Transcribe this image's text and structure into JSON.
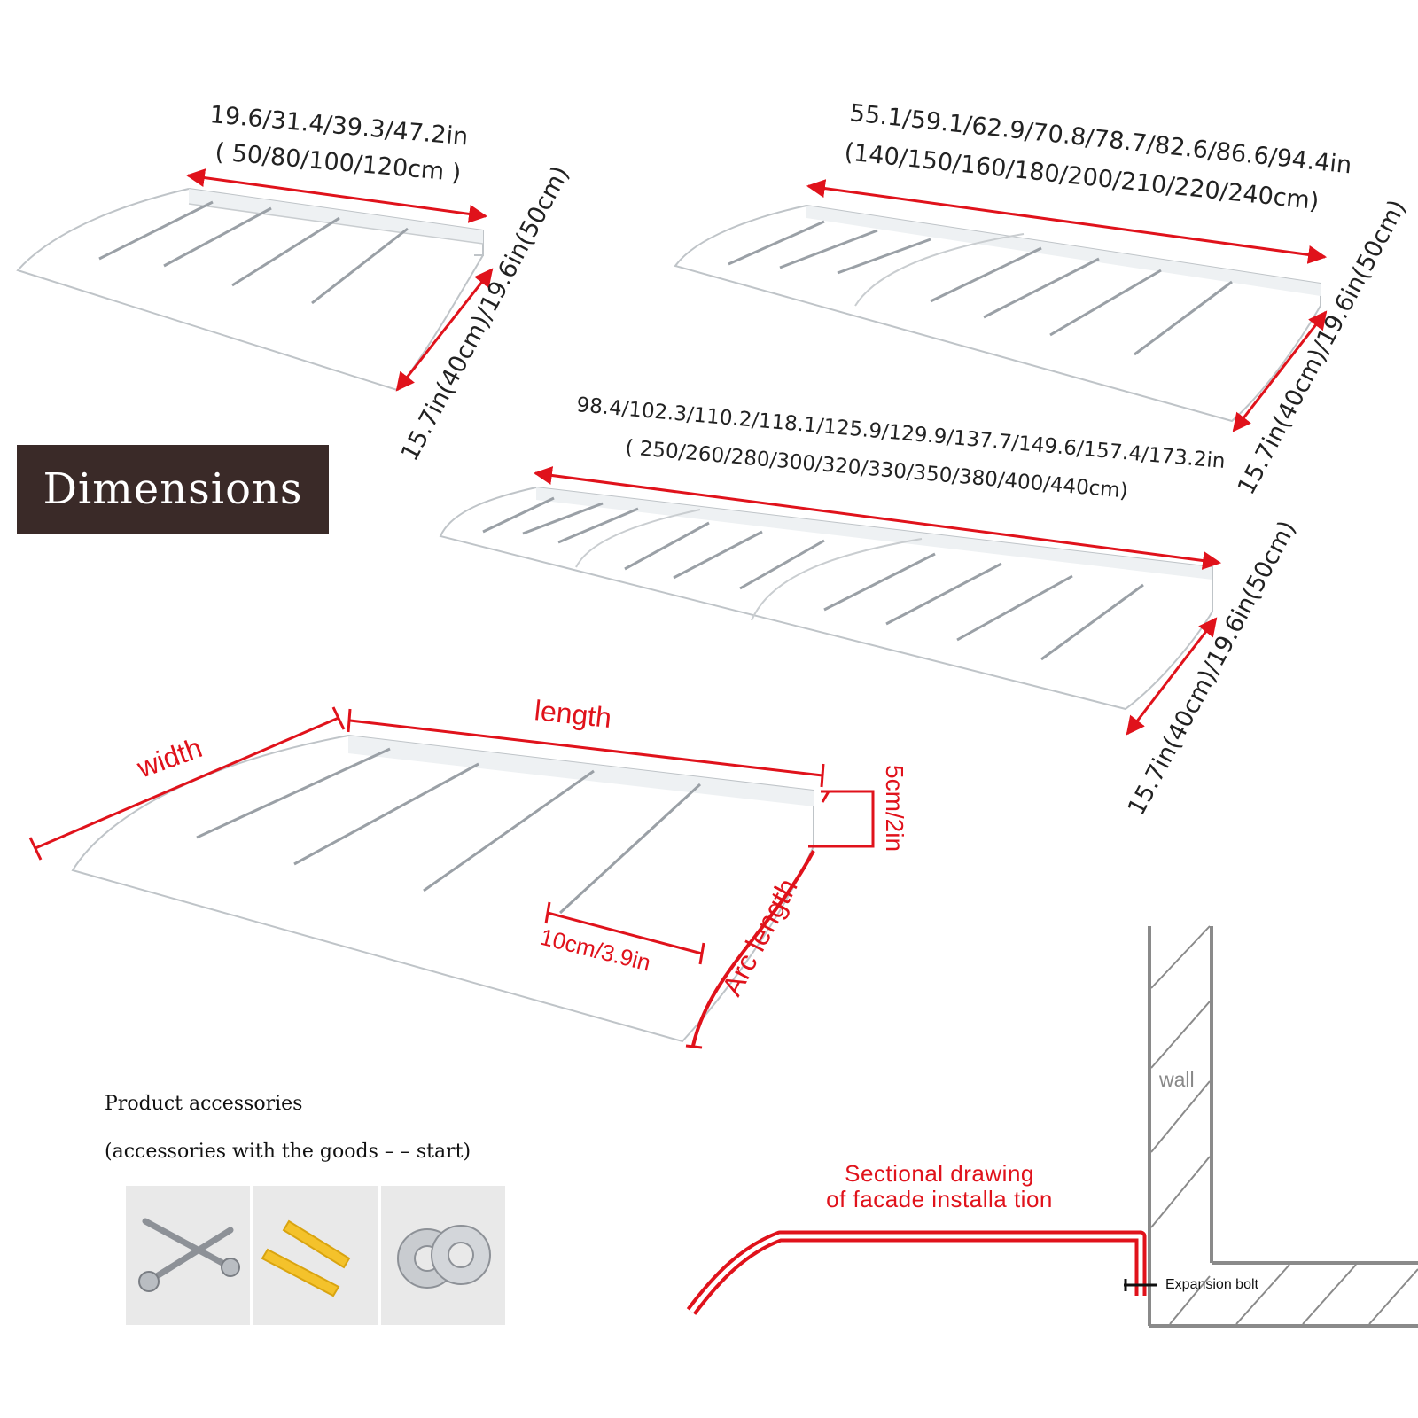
{
  "title": "Dimensions",
  "small_awning": {
    "length_in": "19.6/31.4/39.3/47.2in",
    "length_cm": "( 50/80/100/120cm )",
    "depth": "15.7in(40cm)/19.6in(50cm)"
  },
  "medium_awning": {
    "length_in": "55.1/59.1/62.9/70.8/78.7/82.6/86.6/94.4in",
    "length_cm": "(140/150/160/180/200/210/220/240cm)",
    "depth": "15.7in(40cm)/19.6in(50cm)"
  },
  "large_awning": {
    "length_in": "98.4/102.3/110.2/118.1/125.9/129.9/137.7/149.6/157.4/173.2in",
    "length_cm": "( 250/260/280/300/320/330/350/380/400/440cm)",
    "depth": "15.7in(40cm)/19.6in(50cm)"
  },
  "labels": {
    "width": "width",
    "length": "length",
    "height": "5cm/2in",
    "bracket": "10cm/3.9in",
    "arc": "Arc length"
  },
  "accessories": {
    "title": "Product accessories",
    "subtitle": "(accessories with the goods – – start)",
    "items": [
      "screw-icon",
      "wall-anchor-icon",
      "washer-icon"
    ]
  },
  "section": {
    "title_line1": "Sectional drawing",
    "title_line2": "of facade installa tion",
    "wall": "wall",
    "bolt": "Expansion bolt"
  },
  "colors": {
    "accent": "#e0121b",
    "title_bg": "#3a2a28"
  }
}
